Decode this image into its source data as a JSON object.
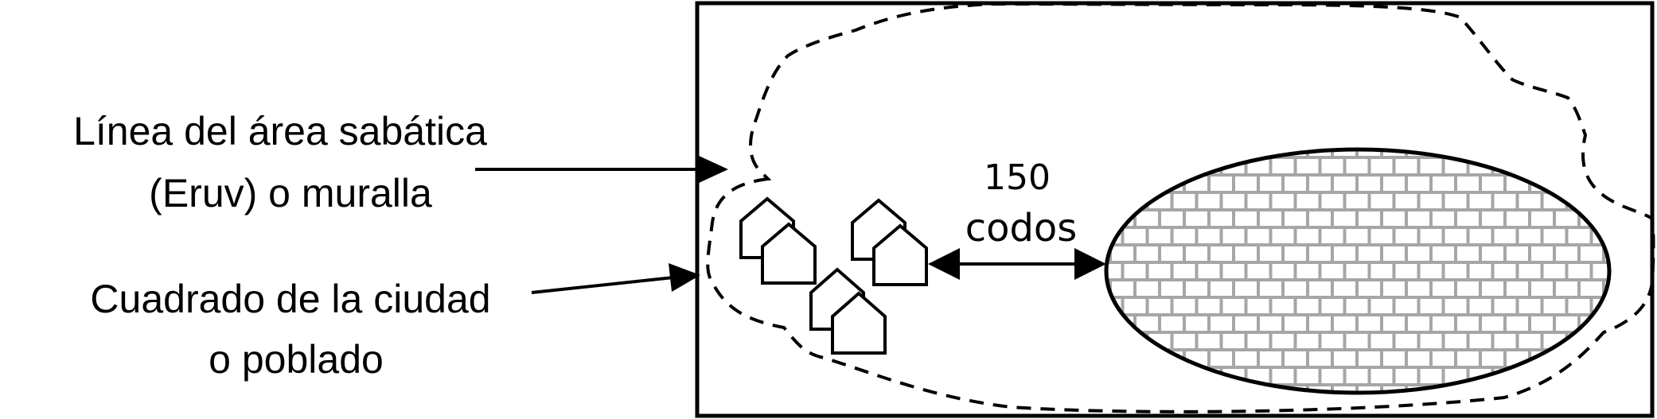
{
  "labels": {
    "eruv_line_1": "Línea del área sabática",
    "eruv_line_2": "(Eruv) o muralla",
    "city_square_1": "Cuadrado de la ciudad",
    "city_square_2": "o poblado",
    "distance_value": "150",
    "distance_unit": "codos"
  },
  "colors": {
    "stroke": "#000000",
    "brick_fill": "#ffffff",
    "brick_mortar": "#a6a6a6",
    "background": "#ffffff"
  },
  "icons": [
    "house-icon",
    "arrowhead-icon"
  ]
}
